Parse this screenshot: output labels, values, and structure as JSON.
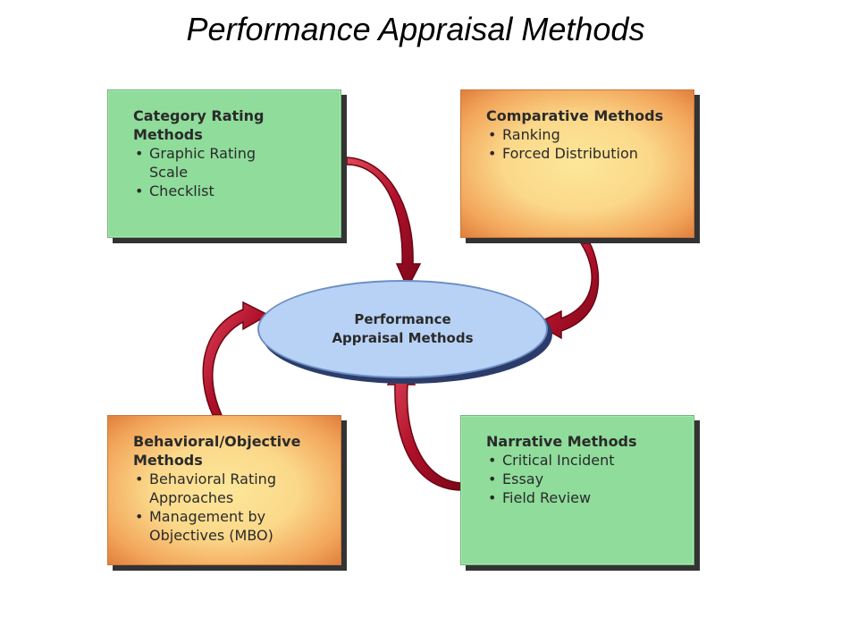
{
  "title": "Performance Appraisal Methods",
  "center": {
    "line1": "Performance",
    "line2": "Appraisal Methods"
  },
  "boxes": {
    "category": {
      "heading_line1": "Category Rating",
      "heading_line2": "Methods",
      "items": [
        "Graphic Rating Scale",
        "Checklist"
      ],
      "color": "#8fdc9b"
    },
    "comparative": {
      "heading_line1": "Comparative Methods",
      "items": [
        "Ranking",
        "Forced Distribution"
      ],
      "color": "#fbd88a"
    },
    "behavioral": {
      "heading_line1": "Behavioral/Objective",
      "heading_line2": "Methods",
      "items": [
        "Behavioral Rating Approaches",
        "Management by Objectives (MBO)"
      ],
      "color": "#fbd88a"
    },
    "narrative": {
      "heading_line1": "Narrative Methods",
      "items": [
        "Critical Incident",
        "Essay",
        "Field Review"
      ],
      "color": "#8fdc9b"
    }
  },
  "colors": {
    "arrow": "#b0102a",
    "ellipse": "#b8d2f5"
  }
}
